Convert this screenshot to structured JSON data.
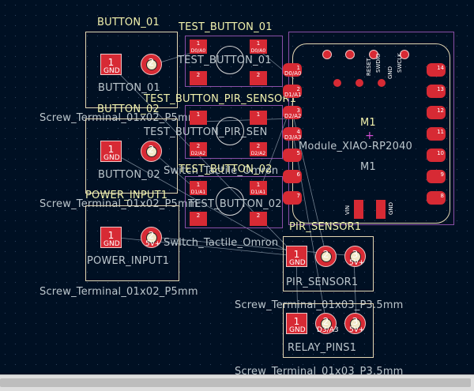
{
  "footprints": {
    "button_01": {
      "ref": "BUTTON_01",
      "ref_inner": "BUTTON_01",
      "value": "Screw_Terminal_01x02_P5mm",
      "pad1": "1",
      "pad2": "2",
      "pin1": "GND"
    },
    "button_02": {
      "ref": "BUTTON_02",
      "ref_inner": "BUTTON_02",
      "value": "Screw_Terminal_01x02_P5mm",
      "pad1": "1",
      "pad2": "2",
      "pin1": "GND"
    },
    "power_input1": {
      "ref": "POWER_INPUT1",
      "ref_inner": "POWER_INPUT1",
      "value": "Screw_Terminal_01x02_P5mm",
      "pad1": "1",
      "pad2": "2",
      "pin1": "GND",
      "pin2": "5V+"
    },
    "test_button_01": {
      "ref": "TEST_BUTTON_01",
      "ref_inner": "TEST_BUTTON_01",
      "value": "Switch_Tactile_Omron",
      "pads": [
        {
          "n": "1",
          "l": "D0/A0"
        },
        {
          "n": "1",
          "l": "D0/A0"
        },
        {
          "n": "2",
          "l": ""
        },
        {
          "n": "2",
          "l": ""
        }
      ]
    },
    "test_button_pir": {
      "ref": "TEST_BUTTON_PIR_SENSOR1",
      "ref_inner": "TEST_BUTTON_PIR_SEN",
      "value": "Switch_Tactile_Omron",
      "pads": [
        {
          "n": "1",
          "l": ""
        },
        {
          "n": "1",
          "l": ""
        },
        {
          "n": "2",
          "l": "D2/A2"
        },
        {
          "n": "2",
          "l": "D2/A2"
        }
      ]
    },
    "test_button_02": {
      "ref": "TEST_BUTTON_02",
      "ref_inner": "TEST_BUTTON_02",
      "value": "Switch_Tactile_Omron",
      "pads": [
        {
          "n": "1",
          "l": "D1/A1"
        },
        {
          "n": "1",
          "l": "D1/A1"
        },
        {
          "n": "2",
          "l": ""
        },
        {
          "n": "2",
          "l": ""
        }
      ]
    },
    "m1": {
      "ref": "M1",
      "ref_inner": "M1",
      "value": "Module_XIAO-RP2040",
      "top_labels": [
        "RESET",
        "SWDIO",
        "SWCLK",
        "GND"
      ],
      "left": [
        {
          "n": "1",
          "l": "D0/A0"
        },
        {
          "n": "2",
          "l": "D1/A1"
        },
        {
          "n": "3",
          "l": "D2/A2"
        },
        {
          "n": "4",
          "l": "D3/A3"
        },
        {
          "n": "5",
          "l": ""
        },
        {
          "n": "6",
          "l": ""
        },
        {
          "n": "7",
          "l": ""
        }
      ],
      "right": [
        {
          "n": "14"
        },
        {
          "n": "13"
        },
        {
          "n": "12"
        },
        {
          "n": "11"
        },
        {
          "n": "10"
        },
        {
          "n": "9"
        },
        {
          "n": "8"
        }
      ],
      "bottom_labels": [
        "VIN",
        "GND"
      ]
    },
    "pir_sensor1": {
      "ref": "PIR_SENSOR1",
      "ref_inner": "PIR_SENSOR1",
      "value": "Screw_Terminal_01x03_P3.5mm",
      "pads": [
        {
          "n": "1",
          "l": "GND"
        },
        {
          "n": "2",
          "l": ""
        },
        {
          "n": "3",
          "l": "5V+"
        }
      ]
    },
    "relay_pins1": {
      "ref": "RELAY_PINS1",
      "ref_inner": "RELAY_PINS1",
      "value": "Screw_Terminal_01x03_P3.5mm",
      "pads": [
        {
          "n": "1",
          "l": "GND"
        },
        {
          "n": "2",
          "l": "D3/A3"
        },
        {
          "n": "3",
          "l": "5V+"
        }
      ]
    }
  },
  "colors": {
    "background": "#001023",
    "silkscreen": "#f2f2ad",
    "pad": "#d72a34",
    "fab": "#bcc6cc",
    "courtyard": "#8a4fa7"
  }
}
